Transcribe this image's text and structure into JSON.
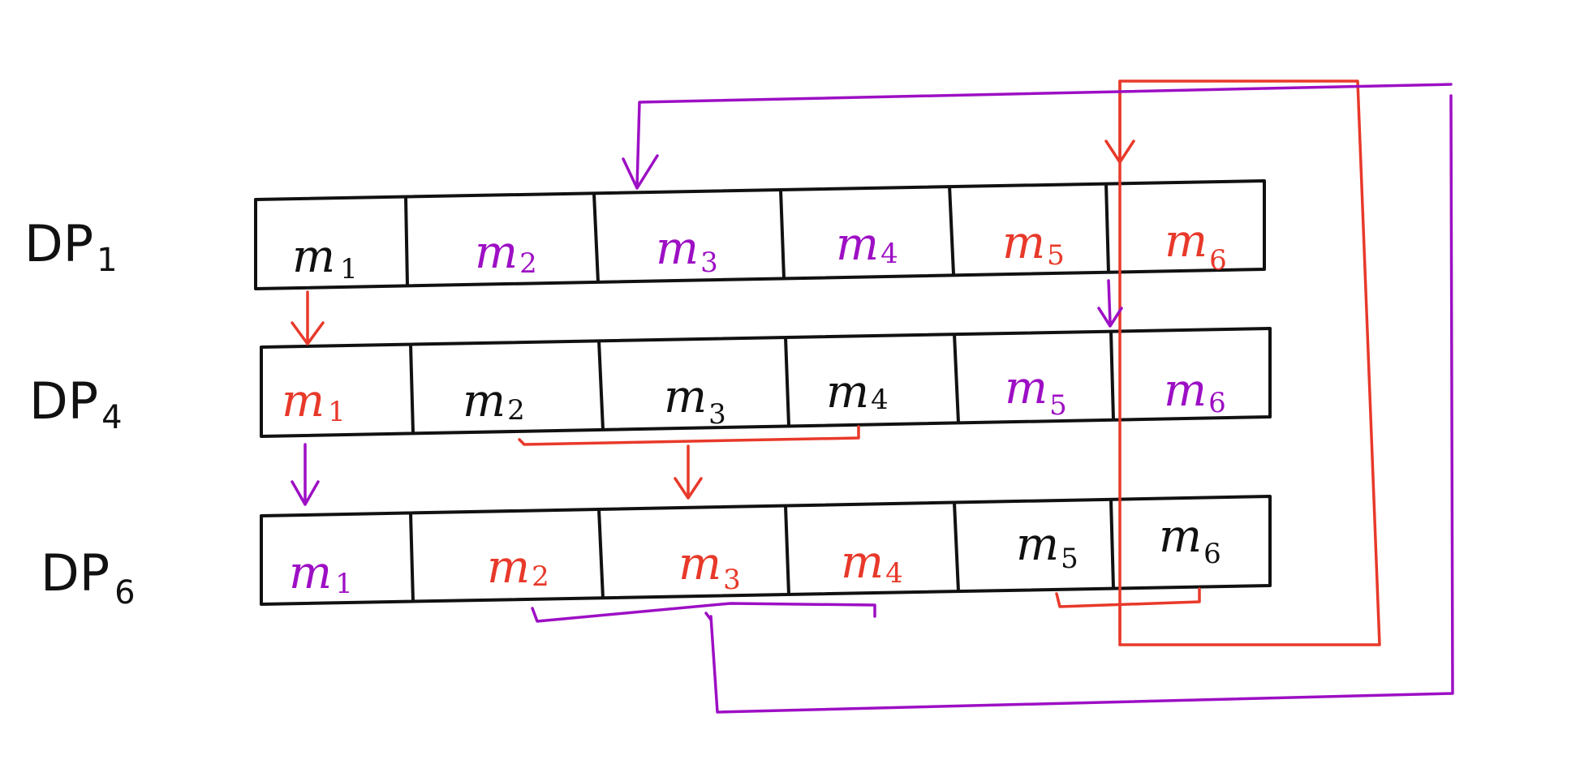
{
  "colors": {
    "black": "#111111",
    "purple": "#9d0fc4",
    "red": "#e8392a"
  },
  "rows": [
    {
      "label_main": "DP",
      "label_sub": "1",
      "cells": [
        {
          "main": "m",
          "sub": "1",
          "color": "black"
        },
        {
          "main": "m",
          "sub": "2",
          "color": "purple"
        },
        {
          "main": "m",
          "sub": "3",
          "color": "purple"
        },
        {
          "main": "m",
          "sub": "4",
          "color": "purple"
        },
        {
          "main": "m",
          "sub": "5",
          "color": "red"
        },
        {
          "main": "m",
          "sub": "6",
          "color": "red"
        }
      ]
    },
    {
      "label_main": "DP",
      "label_sub": "4",
      "cells": [
        {
          "main": "m",
          "sub": "1",
          "color": "red"
        },
        {
          "main": "m",
          "sub": "2",
          "color": "black"
        },
        {
          "main": "m",
          "sub": "3",
          "color": "black"
        },
        {
          "main": "m",
          "sub": "4",
          "color": "black"
        },
        {
          "main": "m",
          "sub": "5",
          "color": "purple"
        },
        {
          "main": "m",
          "sub": "6",
          "color": "purple"
        }
      ]
    },
    {
      "label_main": "DP",
      "label_sub": "6",
      "cells": [
        {
          "main": "m",
          "sub": "1",
          "color": "purple"
        },
        {
          "main": "m",
          "sub": "2",
          "color": "red"
        },
        {
          "main": "m",
          "sub": "3",
          "color": "red"
        },
        {
          "main": "m",
          "sub": "4",
          "color": "red"
        },
        {
          "main": "m",
          "sub": "5",
          "color": "black"
        },
        {
          "main": "m",
          "sub": "6",
          "color": "black"
        }
      ]
    }
  ]
}
